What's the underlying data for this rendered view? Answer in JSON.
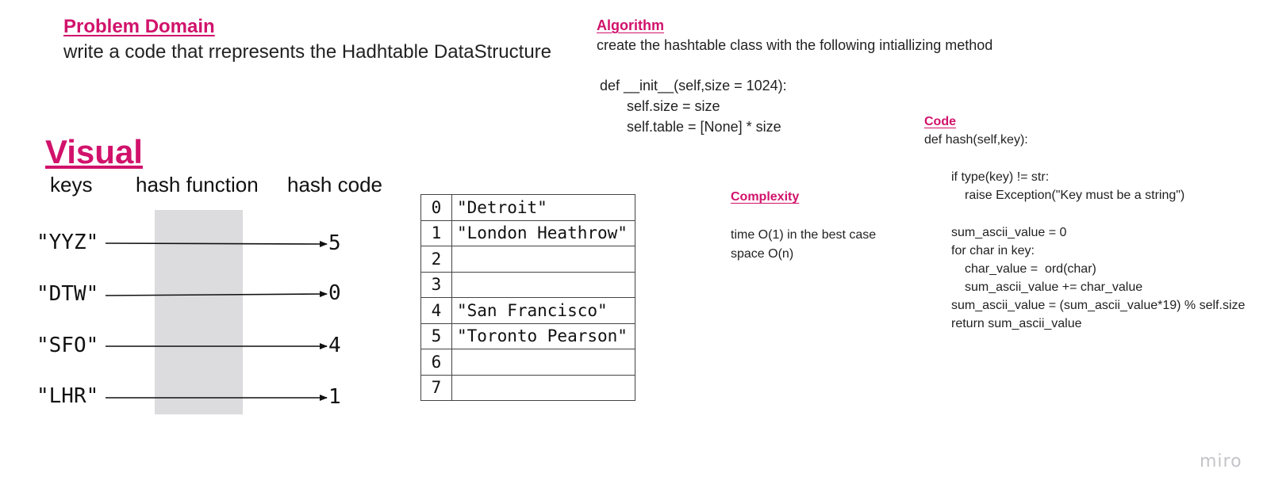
{
  "problem_domain": {
    "heading": "Problem Domain",
    "text": "write a code that rrepresents the Hadhtable DataStructure"
  },
  "algorithm": {
    "heading": "Algorithm",
    "text": "create the hashtable class with the following intiallizing method",
    "code_lines": [
      "def __init__(self,size = 1024):",
      "self.size = size",
      "self.table = [None] * size"
    ]
  },
  "visual": {
    "heading": "Visual",
    "column_headers": [
      "keys",
      "hash function",
      "hash code"
    ],
    "mappings": [
      {
        "key": "\"YYZ\"",
        "code": "5"
      },
      {
        "key": "\"DTW\"",
        "code": "0"
      },
      {
        "key": "\"SFO\"",
        "code": "4"
      },
      {
        "key": "\"LHR\"",
        "code": "1"
      }
    ],
    "hash_function_fill": "#dcdcde"
  },
  "table": {
    "rows": [
      {
        "index": "0",
        "value": "\"Detroit\""
      },
      {
        "index": "1",
        "value": "\"London Heathrow\""
      },
      {
        "index": "2",
        "value": ""
      },
      {
        "index": "3",
        "value": ""
      },
      {
        "index": "4",
        "value": "\"San Francisco\""
      },
      {
        "index": "5",
        "value": "\"Toronto Pearson\""
      },
      {
        "index": "6",
        "value": ""
      },
      {
        "index": "7",
        "value": ""
      }
    ]
  },
  "complexity": {
    "heading": "Complexity",
    "lines": [
      "time O(1) in the best case",
      "space O(n)"
    ]
  },
  "code": {
    "heading": "Code",
    "lines": [
      "def hash(self,key):",
      "",
      "if type(key) != str:",
      "raise Exception(\"Key must be a string\")",
      "",
      "sum_ascii_value = 0",
      "for char in key:",
      "char_value =  ord(char)",
      "sum_ascii_value += char_value",
      "sum_ascii_value = (sum_ascii_value*19) % self.size",
      "return sum_ascii_value"
    ]
  },
  "brand": {
    "logo_text": "miro",
    "accent_color": "#d1126b"
  }
}
